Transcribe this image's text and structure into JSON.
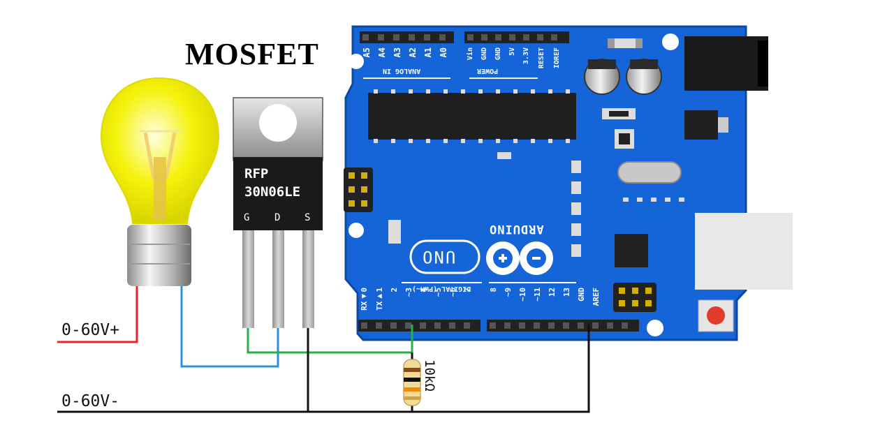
{
  "title": "MOSFET",
  "supply": {
    "positive": "0-60V+",
    "negative": "0-60V-"
  },
  "resistor": {
    "label": "10kΩ"
  },
  "mosfet": {
    "line1": "RFP",
    "line2": "30N06LE",
    "pins": [
      "G",
      "D",
      "S"
    ]
  },
  "board": {
    "brand": "ARDUINO",
    "model": "UNO",
    "analog_header": "ANALOG IN",
    "analog_pins": [
      "A5",
      "A4",
      "A3",
      "A2",
      "A1",
      "A0"
    ],
    "power_header": "POWER",
    "power_pins": [
      "Vin",
      "GND",
      "GND",
      "5V",
      "3.3V",
      "RESET",
      "IOREF"
    ],
    "digital_header": "DIGITAL (PWM~)",
    "digital_pins": [
      "RX◀0",
      "TX▶1",
      "2",
      "~3",
      "4",
      "~5",
      "~6",
      "7",
      "8",
      "~9",
      "~10",
      "~11",
      "12",
      "13",
      "GND",
      "AREF"
    ]
  },
  "colors": {
    "board": "#1565d8",
    "board_dark": "#0d47a1",
    "positive_wire": "#e8262a",
    "load_wire": "#2a90d8",
    "gate_wire": "#23b24a",
    "ground_wire": "#111111",
    "bulb": "#f5f20a",
    "mosfet_body": "#1a1a1a",
    "reset_button": "#e03b2b"
  }
}
